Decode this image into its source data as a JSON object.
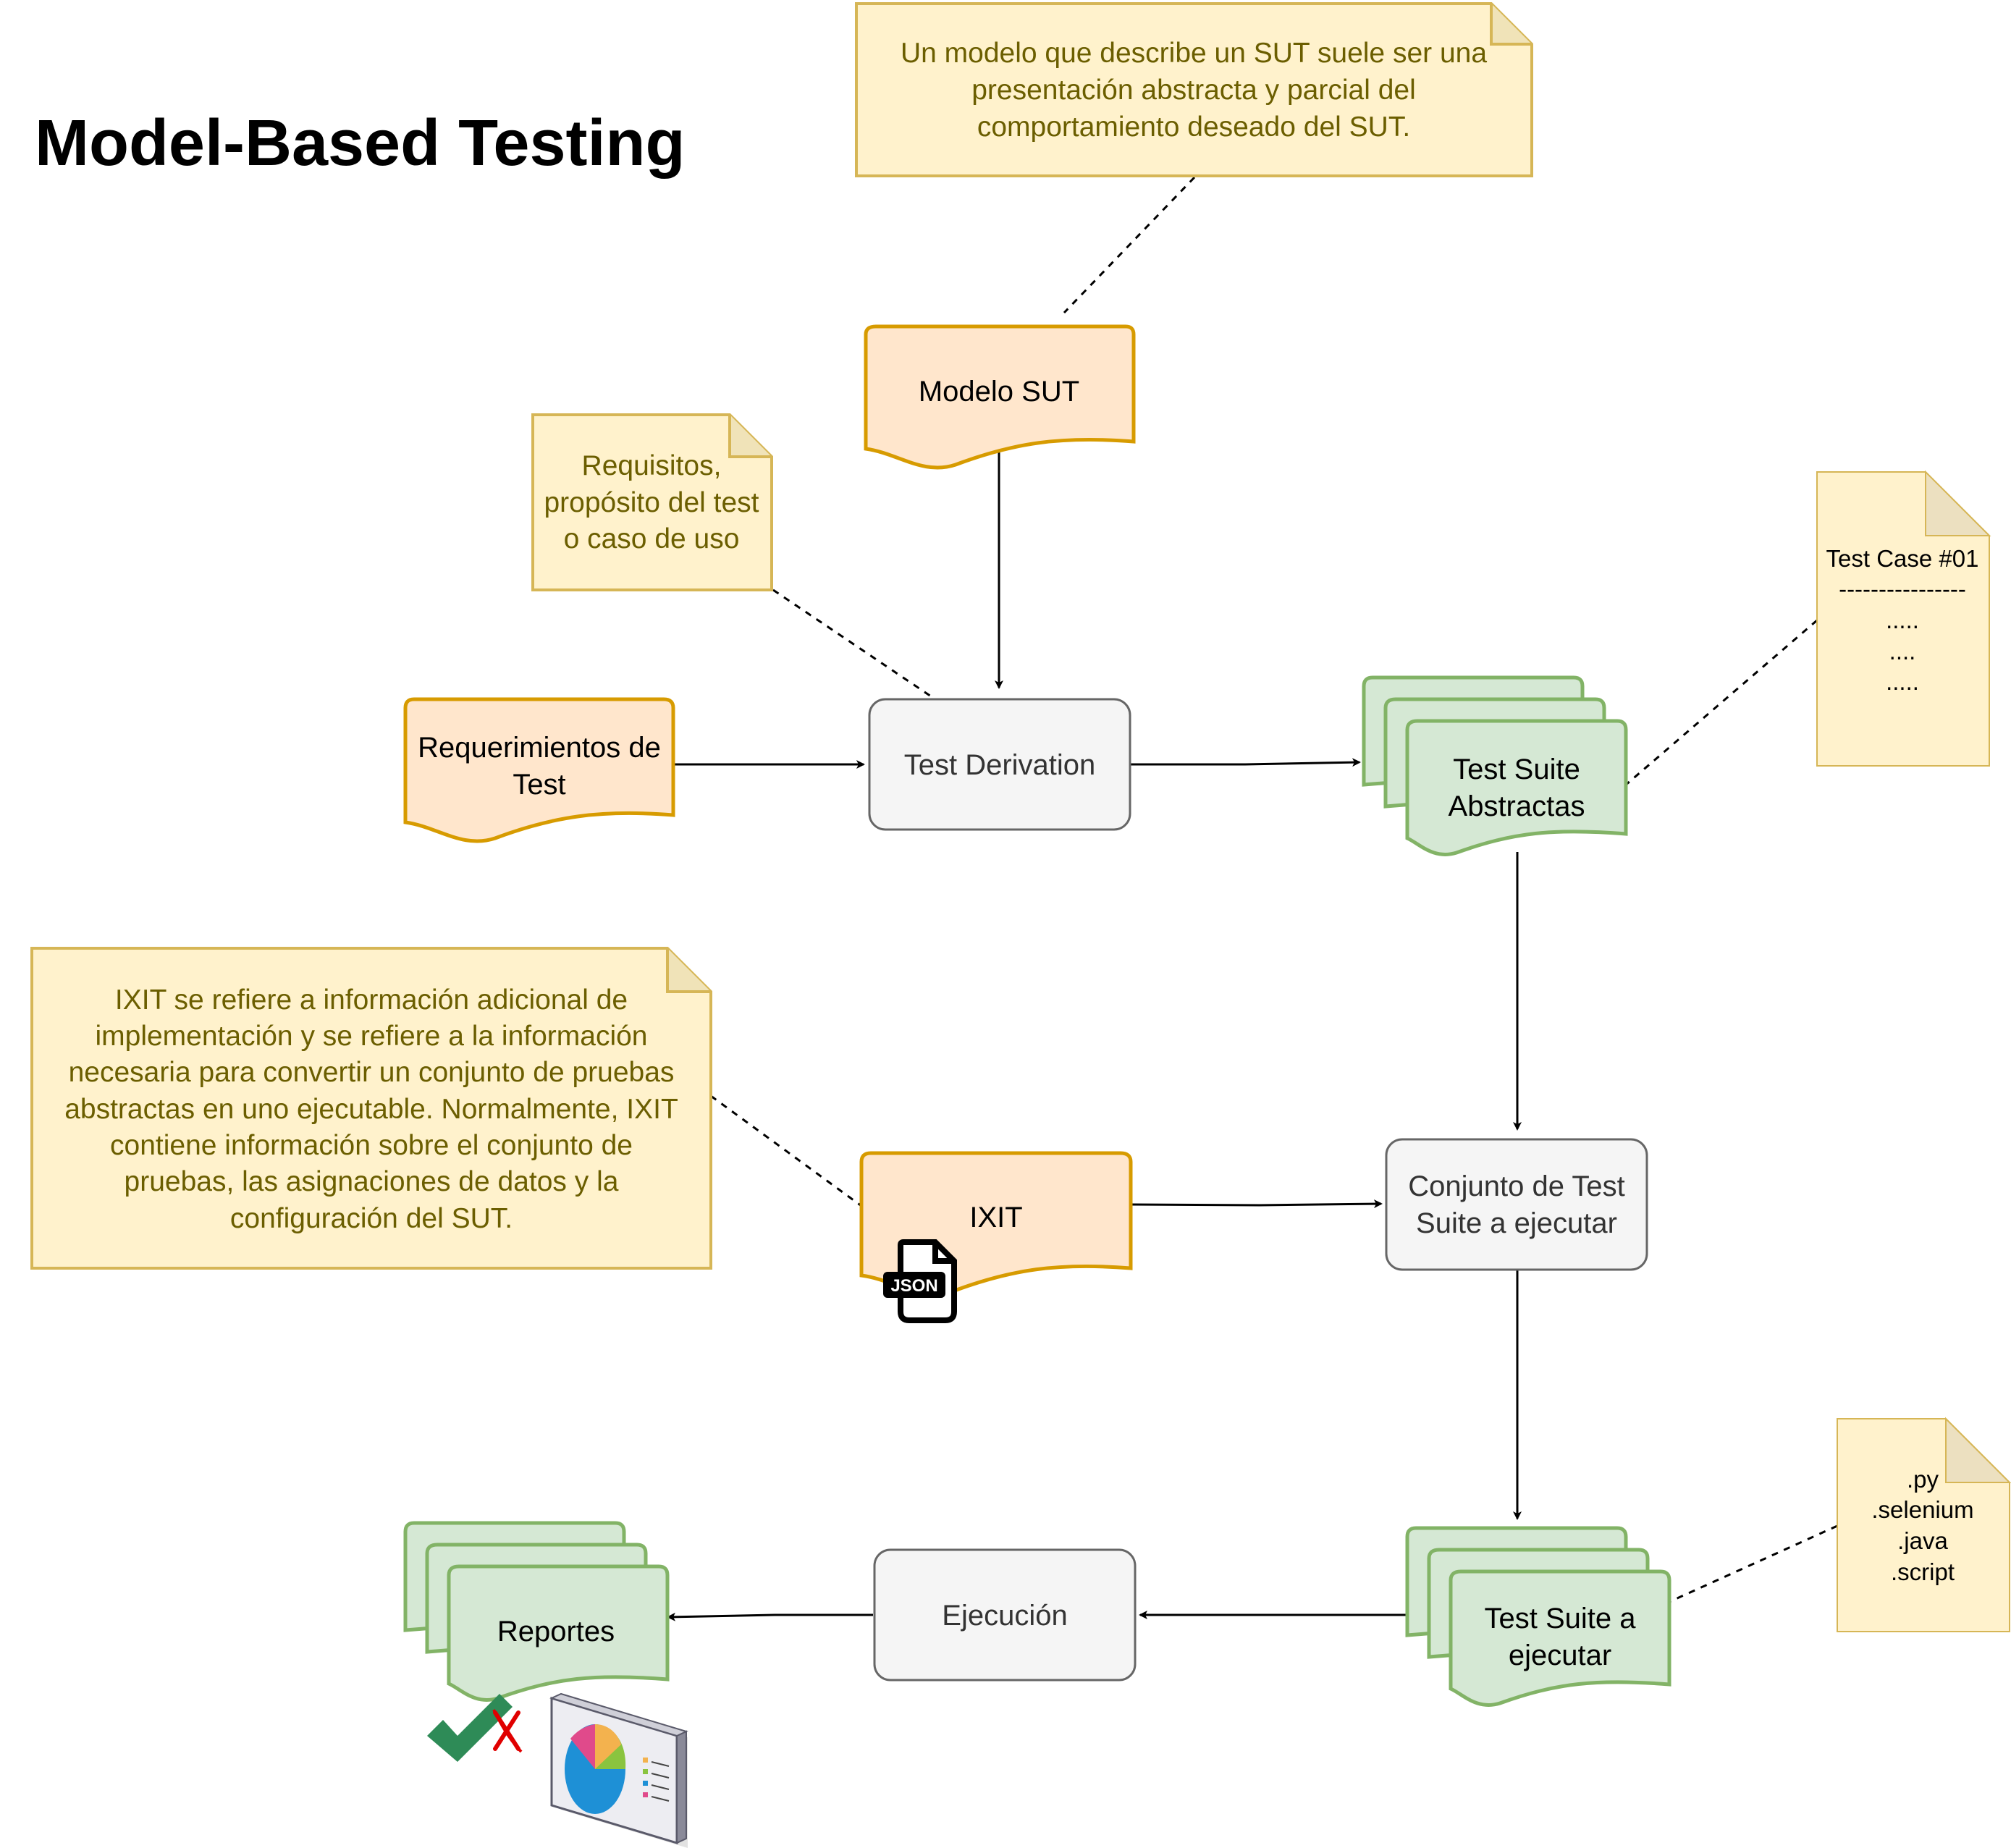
{
  "title": "Model-Based Testing",
  "notes": {
    "sut_note": {
      "lines": [
        "Un modelo que describe un SUT suele ser una",
        "presentación abstracta y parcial del",
        "comportamiento deseado del SUT."
      ]
    },
    "req_note": {
      "lines": [
        "Requisitos,",
        "propósito del test",
        "o caso de uso"
      ]
    },
    "ixit_note": {
      "lines": [
        "IXIT se refiere a información adicional de",
        "implementación y se refiere a la información",
        "necesaria para convertir un conjunto de pruebas",
        "abstractas en uno ejecutable. Normalmente, IXIT",
        "contiene información sobre el conjunto de",
        "pruebas, las asignaciones de datos y la",
        "configuración del SUT."
      ]
    },
    "testcase_note": {
      "lines": [
        "Test Case #01",
        "----------------",
        ".....",
        "....",
        "....."
      ]
    },
    "ext_note": {
      "lines": [
        ".py",
        ".selenium",
        ".java",
        ".script"
      ]
    }
  },
  "nodes": {
    "modelo_sut": {
      "label": "Modelo SUT"
    },
    "requerimientos": {
      "lines": [
        "Requerimientos de",
        "Test"
      ]
    },
    "test_derivation": {
      "label": "Test Derivation"
    },
    "suite_abstractas": {
      "lines": [
        "Test Suite",
        "Abstractas"
      ]
    },
    "ixit": {
      "label": "IXIT",
      "badge": "JSON"
    },
    "conjunto": {
      "lines": [
        "Conjunto de Test",
        "Suite a ejecutar"
      ]
    },
    "suite_ejecutar": {
      "lines": [
        "Test Suite a",
        "ejecutar"
      ]
    },
    "ejecucion": {
      "label": "Ejecución"
    },
    "reportes": {
      "label": "Reportes"
    }
  },
  "icons": [
    "check-icon",
    "cross-icon",
    "report-chart-icon",
    "json-file-icon"
  ],
  "colors": {
    "note_fill": "#fff2cc",
    "note_stroke": "#d6b656",
    "note_text": "#6b5e00",
    "orange_fill": "#ffe6cc",
    "orange_stroke": "#d79b00",
    "green_fill": "#d5e8d4",
    "green_stroke": "#82b366",
    "process_fill": "#f5f5f5",
    "process_stroke": "#666666",
    "check": "#2e8b57",
    "cross": "#e00000"
  }
}
